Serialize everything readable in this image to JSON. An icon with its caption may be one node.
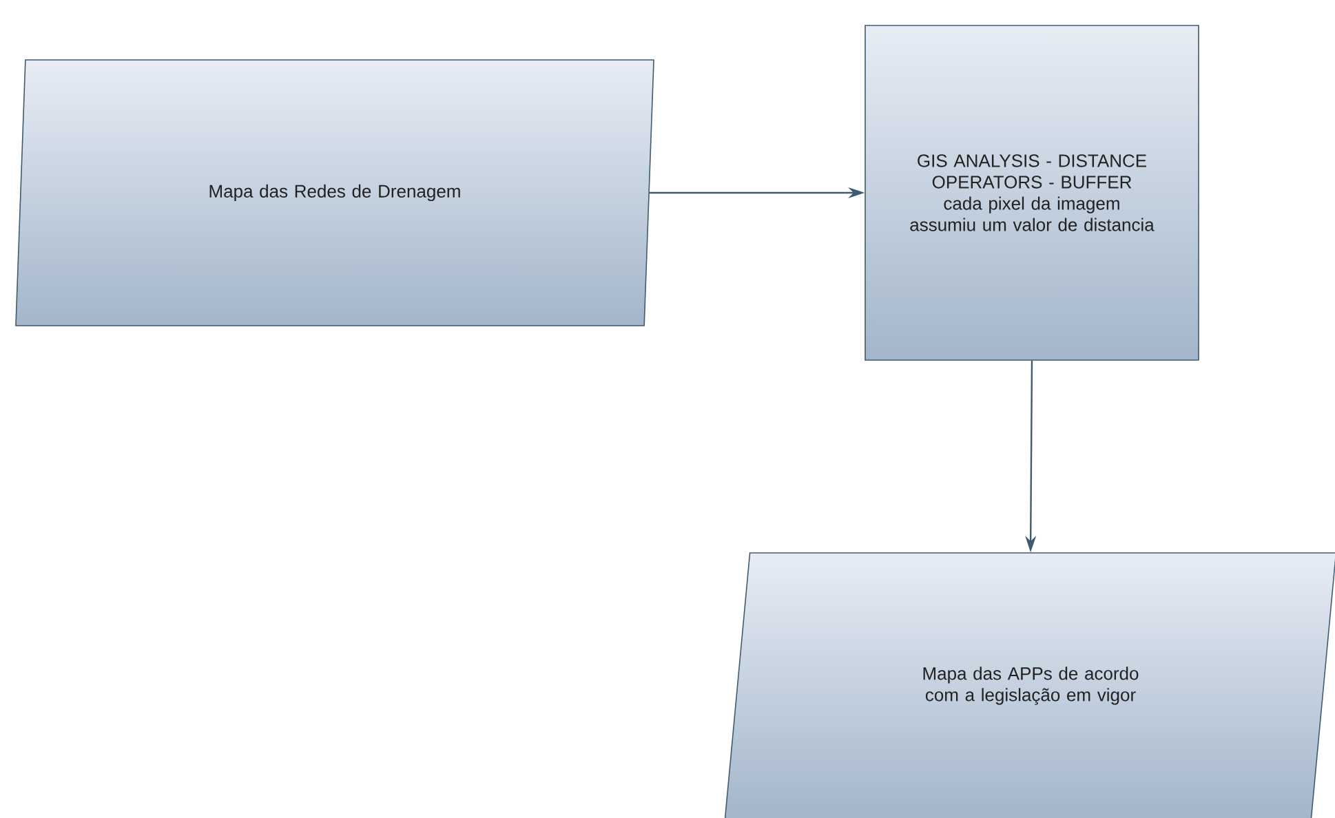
{
  "diagram": {
    "nodes": [
      {
        "text": [
          "Mapa das Redes de Drenagem"
        ]
      },
      {
        "text": [
          "GIS ANALYSIS - DISTANCE OPERATORS - BUFFER",
          "cada pixel da imagem assumiu um valor de distancia"
        ]
      },
      {
        "text": [
          "Mapa das APPs de acordo com a legislação em vigor"
        ]
      }
    ],
    "edges": [
      {
        "from": 0,
        "to": 1,
        "arrow": "to"
      },
      {
        "from": 1,
        "to": 2,
        "arrow": "to"
      }
    ]
  }
}
